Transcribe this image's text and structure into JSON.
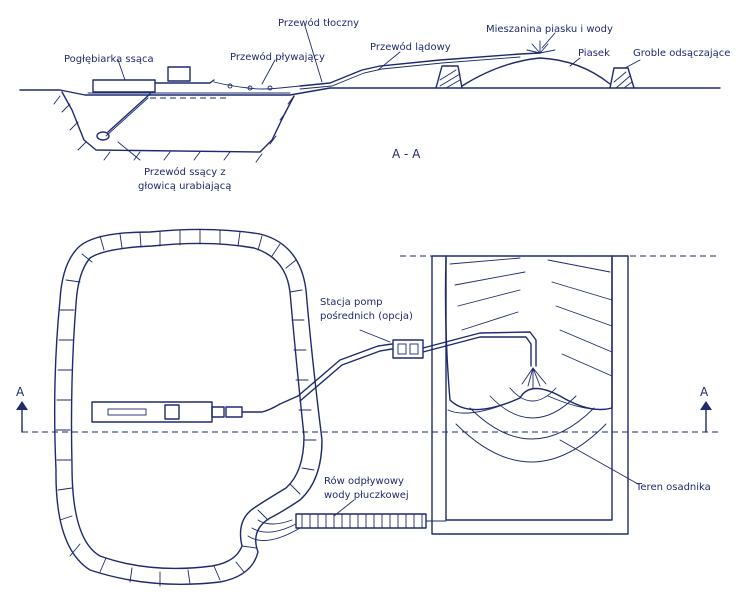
{
  "labels": {
    "poglebiarka": "Pogłębiarka ssąca",
    "przewod_plywajacy": "Przewód pływający",
    "przewod_tloczny": "Przewód tłoczny",
    "przewod_ladowy": "Przewód lądowy",
    "mieszanina": "Mieszanina piasku i wody",
    "piasek": "Piasek",
    "groble": "Groble odsączające",
    "przewod_ssacy_line1": "Przewód ssący z",
    "przewod_ssacy_line2": "głowicą urabiającą",
    "section": "A - A",
    "stacja_line1": "Stacja pomp",
    "stacja_line2": "pośrednich (opcja)",
    "row_line1": "Rów odpływowy",
    "row_line2": "wody płuczkowej",
    "teren": "Teren osadnika",
    "marker_left": "A",
    "marker_right": "A"
  },
  "colors": {
    "ink": "#1e2a6e",
    "background": "#ffffff"
  }
}
